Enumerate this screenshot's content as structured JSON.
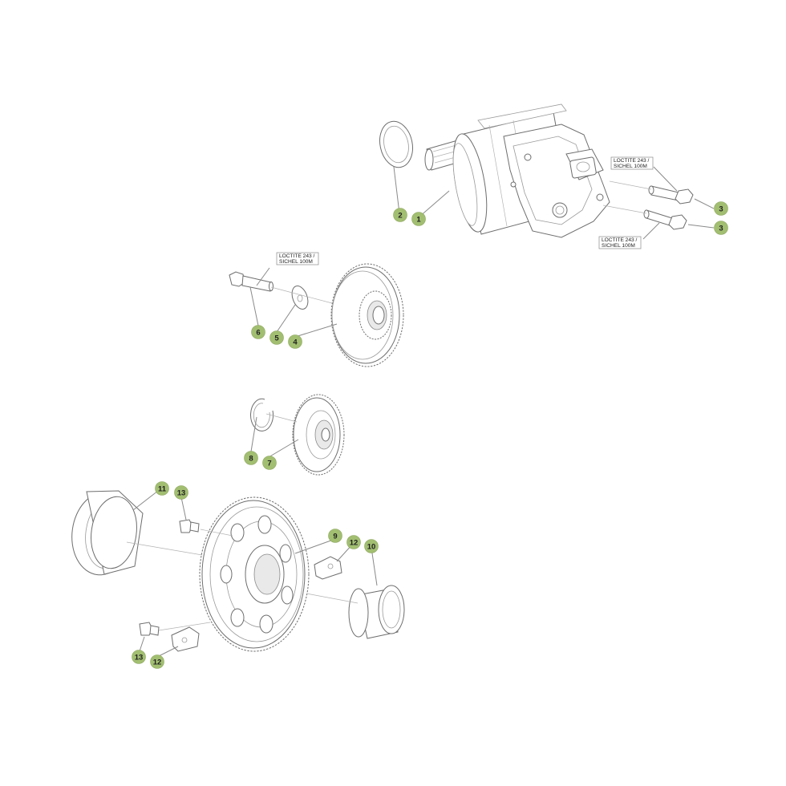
{
  "diagram": {
    "callouts": [
      {
        "id": "c1",
        "label": "1"
      },
      {
        "id": "c2",
        "label": "2"
      },
      {
        "id": "c3a",
        "label": "3"
      },
      {
        "id": "c3b",
        "label": "3"
      },
      {
        "id": "c4",
        "label": "4"
      },
      {
        "id": "c5",
        "label": "5"
      },
      {
        "id": "c6",
        "label": "6"
      },
      {
        "id": "c7",
        "label": "7"
      },
      {
        "id": "c8",
        "label": "8"
      },
      {
        "id": "c9",
        "label": "9"
      },
      {
        "id": "c10",
        "label": "10"
      },
      {
        "id": "c11",
        "label": "11"
      },
      {
        "id": "c12a",
        "label": "12"
      },
      {
        "id": "c12b",
        "label": "12"
      },
      {
        "id": "c13a",
        "label": "13"
      },
      {
        "id": "c13b",
        "label": "13"
      }
    ],
    "notes": [
      {
        "id": "n1",
        "line1": "LOCTITE 243 /",
        "line2": "SICHEL 100M"
      },
      {
        "id": "n2",
        "line1": "LOCTITE 243 /",
        "line2": "SICHEL 100M"
      },
      {
        "id": "n3",
        "line1": "LOCTITE 243 /",
        "line2": "SICHEL 100M"
      }
    ],
    "colors": {
      "callout_fill": "#a2bf71",
      "line": "#8a8a8a",
      "background": "#ffffff"
    }
  }
}
